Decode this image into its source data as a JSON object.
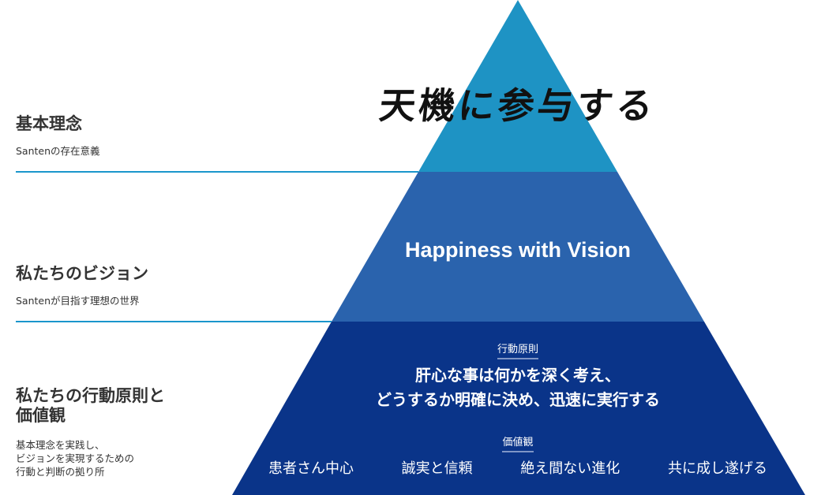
{
  "colors": {
    "top": "#1e93c4",
    "middle": "#2a63ad",
    "bottom": "#0a3489",
    "line": "#1a96cc"
  },
  "left": [
    {
      "title": "基本理念",
      "subtitle": "Santenの存在意義"
    },
    {
      "title": "私たちのビジョン",
      "subtitle": "Santenが目指す理想の世界"
    },
    {
      "title_lines": [
        "私たちの行動原則と",
        "価値観"
      ],
      "subtitle_lines": [
        "基本理念を実践し、",
        "ビジョンを実現するための",
        "行動と判断の拠り所"
      ]
    }
  ],
  "pyramid": {
    "top_text": "天機に参与する",
    "middle_text": "Happiness with Vision",
    "bottom": {
      "principle_label": "行動原則",
      "principle_lines": [
        "肝心な事は何かを深く考え、",
        "どうするか明確に決め、迅速に実行する"
      ],
      "values_label": "価値観",
      "values": [
        "患者さん中心",
        "誠実と信頼",
        "絶え間ない進化",
        "共に成し遂げる"
      ]
    }
  }
}
